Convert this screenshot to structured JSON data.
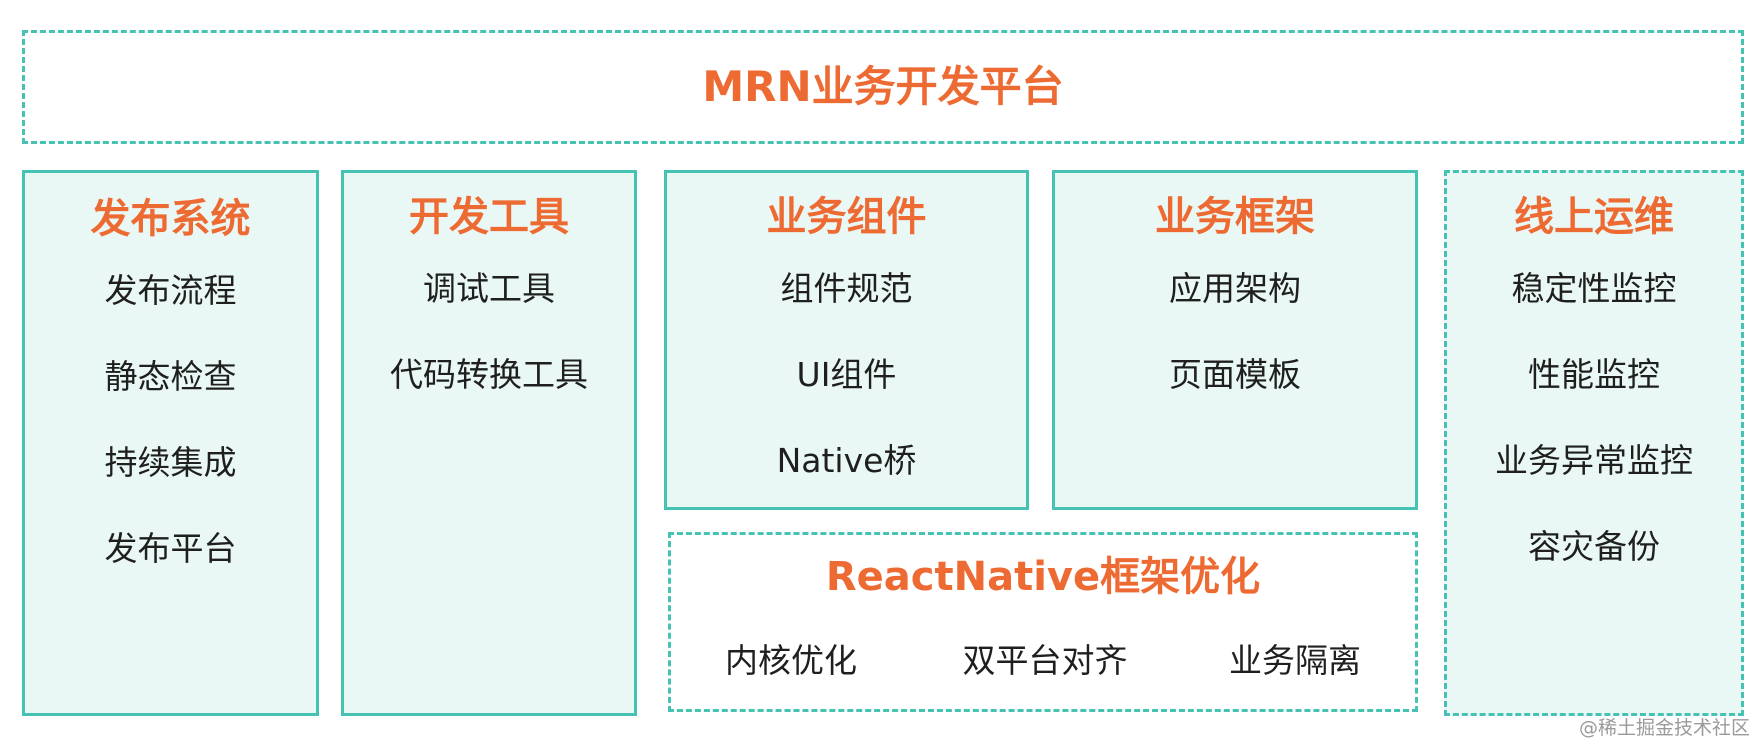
{
  "platform": {
    "title": "MRN业务开发平台"
  },
  "release": {
    "title": "发布系统",
    "items": [
      "发布流程",
      "静态检查",
      "持续集成",
      "发布平台"
    ]
  },
  "devtools": {
    "title": "开发工具",
    "items": [
      "调试工具",
      "代码转换工具"
    ]
  },
  "components": {
    "title": "业务组件",
    "items": [
      "组件规范",
      "UI组件",
      "Native桥"
    ]
  },
  "framework": {
    "title": "业务框架",
    "items": [
      "应用架构",
      "页面模板"
    ]
  },
  "ops": {
    "title": "线上运维",
    "items": [
      "稳定性监控",
      "性能监控",
      "业务异常监控",
      "容灾备份"
    ]
  },
  "rn": {
    "title": "ReactNative框架优化",
    "items": [
      "内核优化",
      "双平台对齐",
      "业务隔离"
    ]
  },
  "watermark": "@稀土掘金技术社区",
  "colors": {
    "border": "#45c2b1",
    "fill": "#eaf8f5",
    "title": "#ee6a33",
    "text": "#1f1f1f"
  }
}
